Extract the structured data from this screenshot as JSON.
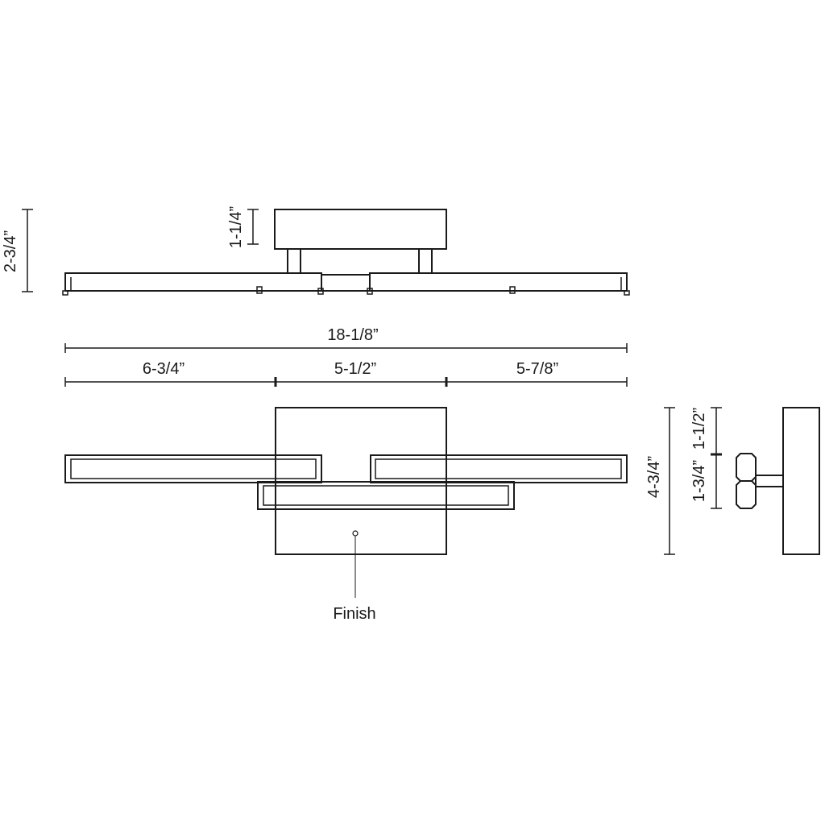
{
  "dimensions": {
    "overall_height_top_view": "2-3/4”",
    "canopy_depth": "1-1/4”",
    "overall_width": "18-1/8”",
    "left_segment": "6-3/4”",
    "center_segment": "5-1/2”",
    "right_segment": "5-7/8”",
    "overall_height_front": "4-3/4”",
    "side_upper": "1-1/2”",
    "side_lower": "1-3/4”"
  },
  "callouts": {
    "finish": "Finish"
  },
  "colors": {
    "line": "#1a1a1a",
    "background": "#ffffff"
  }
}
